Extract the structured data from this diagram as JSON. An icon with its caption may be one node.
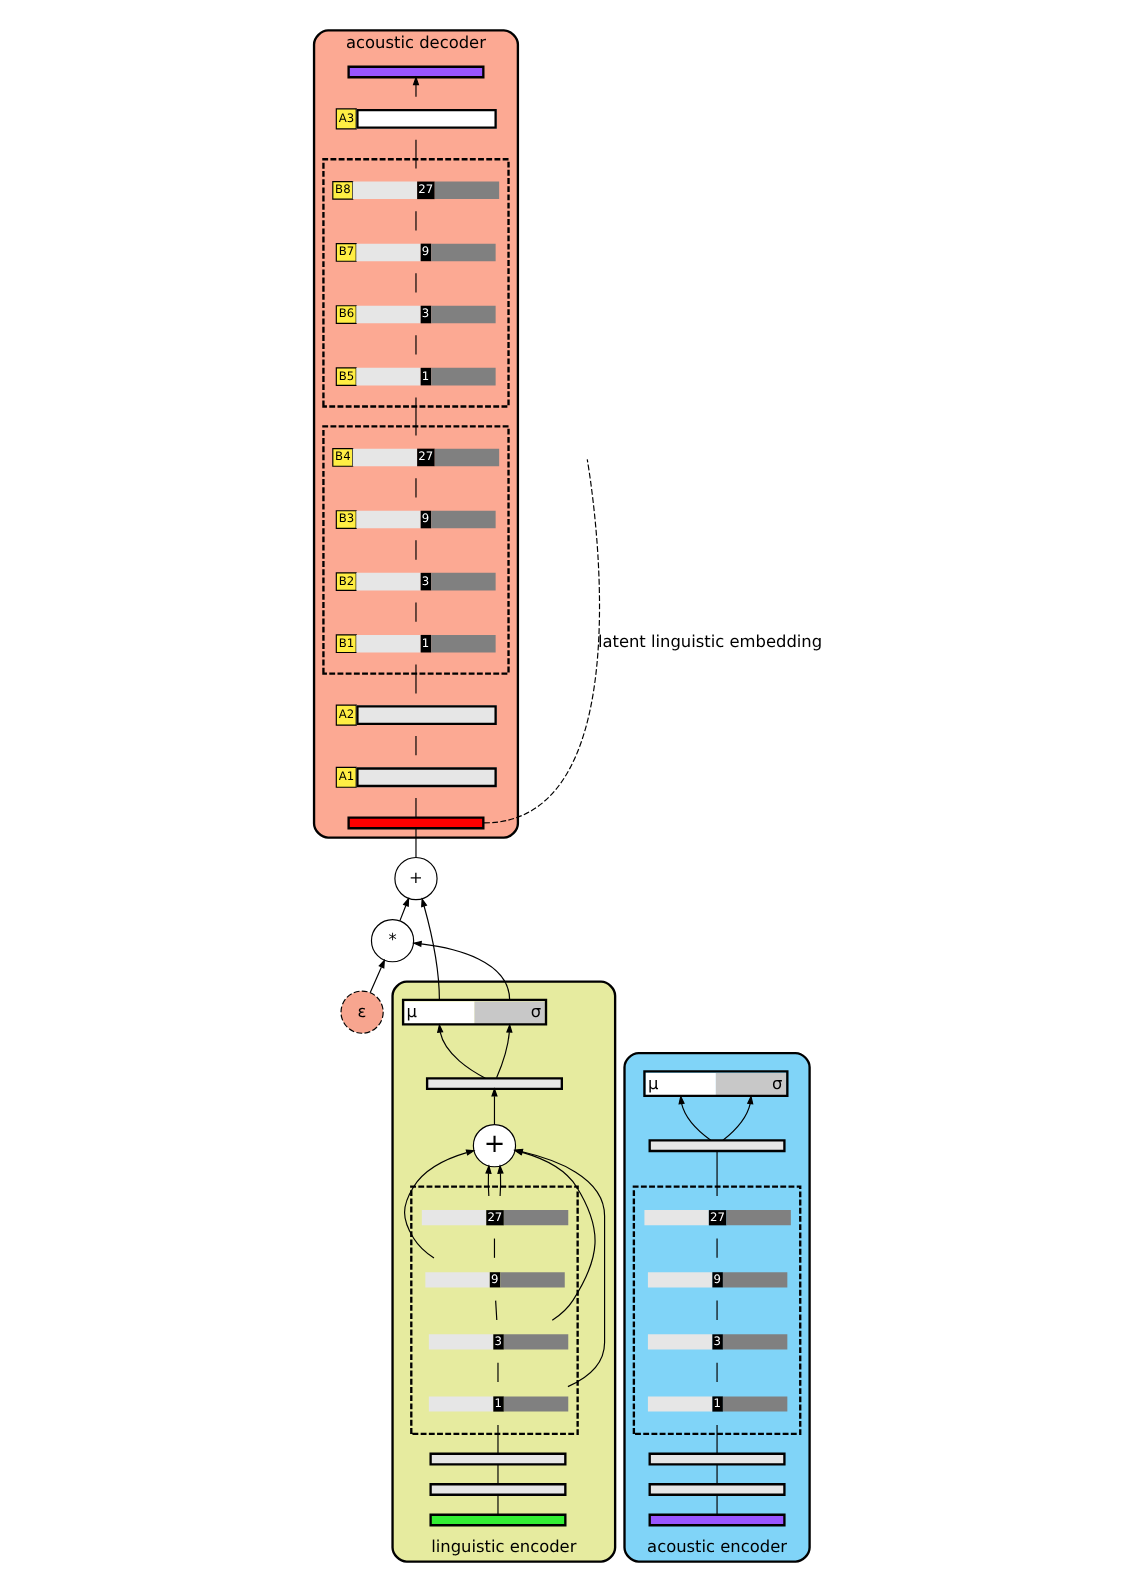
{
  "diagram": {
    "nodes": [
      {
        "text": [
          "acoustic decoder"
        ]
      },
      {
        "text": [],
        "shape": "bar",
        "in": 0
      },
      {
        "text": [
          "A3"
        ],
        "in": 0
      },
      {
        "text": [],
        "shape": "box",
        "in": 0
      },
      {
        "text": [
          "B8",
          "27"
        ],
        "in": 3
      },
      {
        "text": [
          "B7",
          "9"
        ],
        "in": 3
      },
      {
        "text": [
          "B6",
          "3"
        ],
        "in": 3
      },
      {
        "text": [
          "B5",
          "1"
        ],
        "in": 3
      },
      {
        "text": [],
        "shape": "box",
        "in": 0
      },
      {
        "text": [
          "B4",
          "27"
        ],
        "in": 8
      },
      {
        "text": [
          "B3",
          "9"
        ],
        "in": 8
      },
      {
        "text": [
          "B2",
          "3"
        ],
        "in": 8
      },
      {
        "text": [
          "B1",
          "1"
        ],
        "in": 8
      },
      {
        "text": [
          "A2"
        ],
        "in": 0
      },
      {
        "text": [
          "A1"
        ],
        "in": 0
      },
      {
        "text": [],
        "shape": "bar",
        "in": 0
      },
      {
        "text": [
          "+"
        ]
      },
      {
        "text": [
          "*"
        ]
      },
      {
        "text": [
          "ε"
        ]
      },
      {
        "text": [
          "linguistic encoder"
        ]
      },
      {
        "text": [
          "μ",
          "σ"
        ],
        "in": 19
      },
      {
        "text": [],
        "shape": "bar",
        "in": 19
      },
      {
        "text": [
          "+"
        ],
        "in": 19
      },
      {
        "text": [],
        "shape": "box",
        "in": 19
      },
      {
        "text": [
          "27"
        ],
        "in": 23
      },
      {
        "text": [
          "9"
        ],
        "in": 23
      },
      {
        "text": [
          "3"
        ],
        "in": 23
      },
      {
        "text": [
          "1"
        ],
        "in": 23
      },
      {
        "text": [],
        "shape": "bar",
        "in": 19
      },
      {
        "text": [],
        "shape": "bar",
        "in": 19
      },
      {
        "text": [],
        "shape": "bar",
        "in": 19
      },
      {
        "text": [
          "acoustic encoder"
        ]
      },
      {
        "text": [
          "μ",
          "σ"
        ],
        "in": 31
      },
      {
        "text": [],
        "shape": "bar",
        "in": 31
      },
      {
        "text": [],
        "shape": "box",
        "in": 31
      },
      {
        "text": [
          "27"
        ],
        "in": 34
      },
      {
        "text": [
          "9"
        ],
        "in": 34
      },
      {
        "text": [
          "3"
        ],
        "in": 34
      },
      {
        "text": [
          "1"
        ],
        "in": 34
      },
      {
        "text": [],
        "shape": "bar",
        "in": 31
      },
      {
        "text": [],
        "shape": "bar",
        "in": 31
      },
      {
        "text": [],
        "shape": "bar",
        "in": 31
      }
    ],
    "edges": [
      {
        "from": 15,
        "to": 14,
        "arrow": "none"
      },
      {
        "from": 14,
        "to": 13,
        "arrow": "none"
      },
      {
        "from": 13,
        "to": 12,
        "arrow": "none"
      },
      {
        "from": 12,
        "to": 11,
        "arrow": "none"
      },
      {
        "from": 11,
        "to": 10,
        "arrow": "none"
      },
      {
        "from": 10,
        "to": 9,
        "arrow": "none"
      },
      {
        "from": 9,
        "to": 7,
        "arrow": "none"
      },
      {
        "from": 7,
        "to": 6,
        "arrow": "none"
      },
      {
        "from": 6,
        "to": 5,
        "arrow": "none"
      },
      {
        "from": 5,
        "to": 4,
        "arrow": "none"
      },
      {
        "from": 4,
        "to": 2,
        "arrow": "none"
      },
      {
        "from": 2,
        "to": 1,
        "arrow": "to"
      },
      {
        "from": 16,
        "to": 15,
        "arrow": "none"
      },
      {
        "from": 20,
        "to": 16,
        "arrow": "to"
      },
      {
        "from": 20,
        "to": 17,
        "arrow": "to"
      },
      {
        "from": 18,
        "to": 17,
        "arrow": "to"
      },
      {
        "from": 17,
        "to": 16,
        "arrow": "to"
      },
      {
        "from": 30,
        "to": 29,
        "arrow": "none"
      },
      {
        "from": 29,
        "to": 28,
        "arrow": "none"
      },
      {
        "from": 28,
        "to": 27,
        "arrow": "none"
      },
      {
        "from": 27,
        "to": 26,
        "arrow": "none"
      },
      {
        "from": 26,
        "to": 25,
        "arrow": "none"
      },
      {
        "from": 25,
        "to": 24,
        "arrow": "none"
      },
      {
        "from": 24,
        "to": 22,
        "arrow": "to"
      },
      {
        "from": 24,
        "to": 22,
        "arrow": "to"
      },
      {
        "from": 25,
        "to": 22,
        "arrow": "to"
      },
      {
        "from": 26,
        "to": 22,
        "arrow": "to"
      },
      {
        "from": 27,
        "to": 22,
        "arrow": "to"
      },
      {
        "from": 22,
        "to": 21,
        "arrow": "to"
      },
      {
        "from": 21,
        "to": 20,
        "arrow": "to"
      },
      {
        "from": 21,
        "to": 20,
        "arrow": "to"
      },
      {
        "from": 41,
        "to": 40,
        "arrow": "none"
      },
      {
        "from": 40,
        "to": 39,
        "arrow": "none"
      },
      {
        "from": 39,
        "to": 38,
        "arrow": "none"
      },
      {
        "from": 38,
        "to": 37,
        "arrow": "none"
      },
      {
        "from": 37,
        "to": 36,
        "arrow": "none"
      },
      {
        "from": 36,
        "to": 35,
        "arrow": "none"
      },
      {
        "from": 35,
        "to": 33,
        "arrow": "none"
      },
      {
        "from": 33,
        "to": 32,
        "arrow": "to"
      },
      {
        "from": 33,
        "to": 32,
        "arrow": "to"
      },
      {
        "from": 15,
        "to": null,
        "arrow": "none",
        "style": "dashed",
        "label": "latent linguistic embedding"
      }
    ]
  }
}
